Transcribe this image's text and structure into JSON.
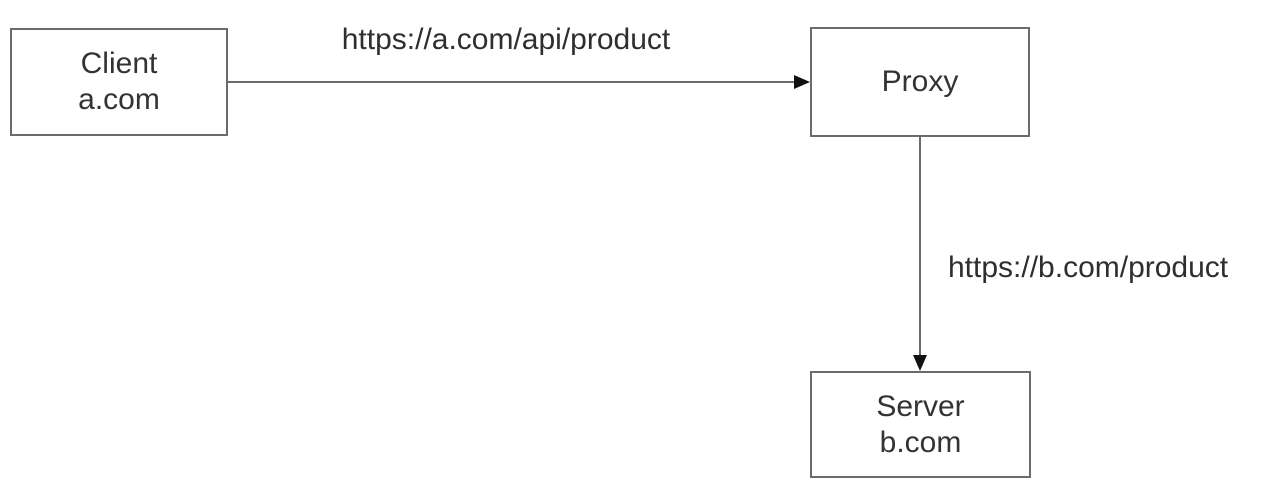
{
  "diagram": {
    "nodes": {
      "client": {
        "line1": "Client",
        "line2": "a.com"
      },
      "proxy": {
        "line1": "Proxy"
      },
      "server": {
        "line1": "Server",
        "line2": "b.com"
      }
    },
    "edges": {
      "client_to_proxy": {
        "label": "https://a.com/api/product",
        "direction": "right"
      },
      "proxy_to_server": {
        "label": "https://b.com/product",
        "direction": "down"
      }
    },
    "colors": {
      "background": "#ffffff",
      "box_border": "#6b6b6b",
      "text": "#333333",
      "arrow_line": "#6b6b6b",
      "arrowhead": "#111111"
    }
  }
}
